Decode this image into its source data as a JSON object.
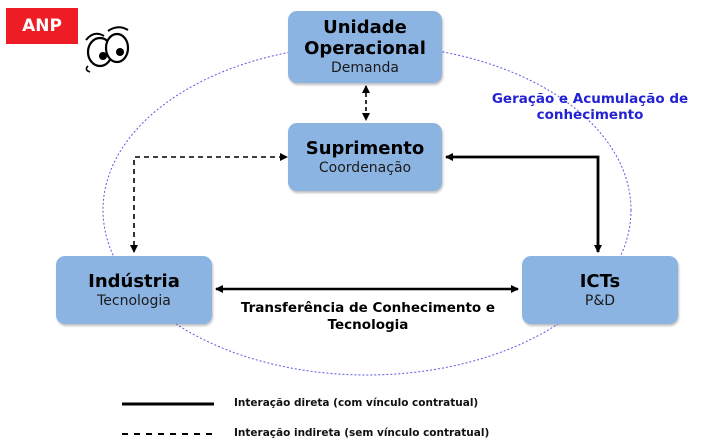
{
  "badge": "ANP",
  "nodes": {
    "unidade": {
      "title_line1": "Unidade",
      "title_line2": "Operacional",
      "subtitle": "Demanda"
    },
    "suprimento": {
      "title": "Suprimento",
      "subtitle": "Coordenação"
    },
    "industria": {
      "title": "Indústria",
      "subtitle": "Tecnologia"
    },
    "icts": {
      "title": "ICTs",
      "subtitle": "P&D"
    }
  },
  "cycle_label": {
    "line1": "Geração e Acumulação de",
    "line2": "conhecimento"
  },
  "transfer_label": {
    "line1": "Transferência de Conhecimento e",
    "line2": "Tecnologia"
  },
  "legend": {
    "direct": "Interação direta (com vínculo contratual)",
    "indirect": "Interação indireta (sem vínculo contratual)"
  },
  "colors": {
    "badge": "#ee1c24",
    "node_fill": "#8cb4e2",
    "ellipse": "#5a5ae6",
    "cycle_label": "#2323d4"
  },
  "icons": [
    "eyes-icon"
  ]
}
